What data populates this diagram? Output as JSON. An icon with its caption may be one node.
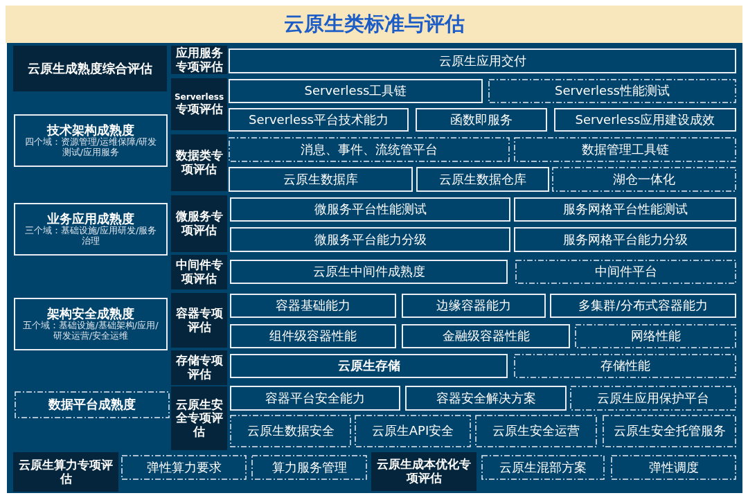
{
  "diagram": {
    "title": "云原生类标准与评估",
    "nodes": [
      {
        "text": [
          "云原生成熟度综合评估"
        ]
      },
      {
        "text": [
          "技术架构成熟度",
          "四个域：资源管理/运维保障/研发测试/应用服务"
        ]
      },
      {
        "text": [
          "业务应用成熟度",
          "三个域：基础设施/应用研发/服务治理"
        ]
      },
      {
        "text": [
          "架构安全成熟度",
          "五个域：基础设施/基础架构/应用/研发运营/安全运维"
        ]
      },
      {
        "text": [
          "数据平台成熟度"
        ]
      },
      {
        "text": [
          "应用服务专项评估"
        ]
      },
      {
        "text": [
          "云原生应用交付"
        ]
      },
      {
        "text": [
          "Serverless",
          "专项评估"
        ]
      },
      {
        "text": [
          "Serverless工具链"
        ]
      },
      {
        "text": [
          "Serverless性能测试"
        ]
      },
      {
        "text": [
          "Serverless平台技术能力"
        ]
      },
      {
        "text": [
          "函数即服务"
        ]
      },
      {
        "text": [
          "Serverless应用建设成效"
        ]
      },
      {
        "text": [
          "数据类专项评估"
        ]
      },
      {
        "text": [
          "消息、事件、流统管平台"
        ]
      },
      {
        "text": [
          "数据管理工具链"
        ]
      },
      {
        "text": [
          "云原生数据库"
        ]
      },
      {
        "text": [
          "云原生数据仓库"
        ]
      },
      {
        "text": [
          "湖仓一体化"
        ]
      },
      {
        "text": [
          "微服务专项评估"
        ]
      },
      {
        "text": [
          "微服务平台性能测试"
        ]
      },
      {
        "text": [
          "服务网格平台性能测试"
        ]
      },
      {
        "text": [
          "微服务平台能力分级"
        ]
      },
      {
        "text": [
          "服务网格平台能力分级"
        ]
      },
      {
        "text": [
          "中间件专项评估"
        ]
      },
      {
        "text": [
          "云原生中间件成熟度"
        ]
      },
      {
        "text": [
          "中间件平台"
        ]
      },
      {
        "text": [
          "容器专项评估"
        ]
      },
      {
        "text": [
          "容器基础能力"
        ]
      },
      {
        "text": [
          "边缘容器能力"
        ]
      },
      {
        "text": [
          "多集群/分布式容器能力"
        ]
      },
      {
        "text": [
          "组件级容器性能"
        ]
      },
      {
        "text": [
          "金融级容器性能"
        ]
      },
      {
        "text": [
          "网络性能"
        ]
      },
      {
        "text": [
          "存储专项评估"
        ]
      },
      {
        "text": [
          "云原生存储"
        ]
      },
      {
        "text": [
          "存储性能"
        ]
      },
      {
        "text": [
          "云原生安全专项评估"
        ]
      },
      {
        "text": [
          "容器平台安全能力"
        ]
      },
      {
        "text": [
          "容器安全解决方案"
        ]
      },
      {
        "text": [
          "云原生应用保护平台"
        ]
      },
      {
        "text": [
          "云原生数据安全"
        ]
      },
      {
        "text": [
          "云原生API安全"
        ]
      },
      {
        "text": [
          "云原生安全运营"
        ]
      },
      {
        "text": [
          "云原生安全托管服务"
        ]
      },
      {
        "text": [
          "云原生算力专项评估"
        ]
      },
      {
        "text": [
          "弹性算力要求"
        ]
      },
      {
        "text": [
          "算力服务管理"
        ]
      },
      {
        "text": [
          "云原生成本优化专项评估"
        ]
      },
      {
        "text": [
          "云原生混部方案"
        ]
      },
      {
        "text": [
          "弹性调度"
        ]
      }
    ]
  }
}
